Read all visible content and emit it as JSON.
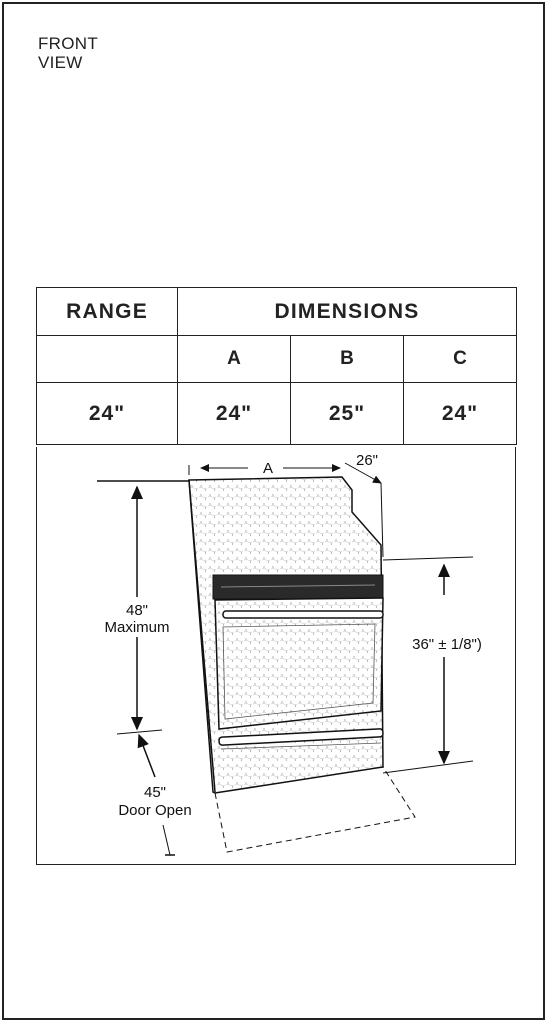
{
  "header": {
    "line1": "FRONT",
    "line2": "VIEW"
  },
  "table": {
    "headers": {
      "range": "RANGE",
      "dimensions": "DIMENSIONS"
    },
    "sub_headers": [
      "A",
      "B",
      "C"
    ],
    "rows": [
      {
        "range": "24\"",
        "a": "24\"",
        "b": "25\"",
        "c": "24\""
      }
    ]
  },
  "diagram": {
    "label_a": "A",
    "label_depth": "26\"",
    "label_max_value": "48\"",
    "label_max_text": "Maximum",
    "label_height": "36\" ± 1/8\")",
    "label_door_value": "45\"",
    "label_door_text": "Door Open"
  }
}
